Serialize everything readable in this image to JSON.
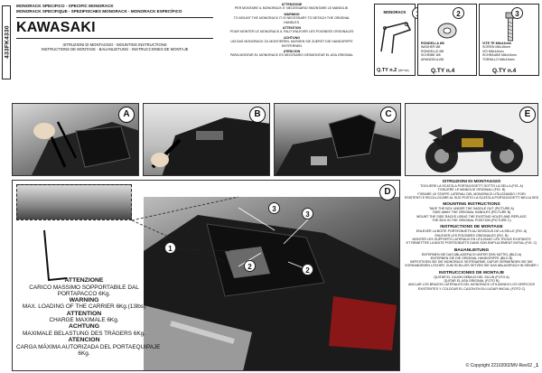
{
  "code": "433FK4330",
  "brand": "KAWASAKI",
  "header_left": [
    "MONORACK SPECIFICO  -  SPECIFIC MONORACK",
    "MONORACK SPECIFIQUE - SPEZIFISCHES MONORACK - MONORACK ESPECÍFICO"
  ],
  "instructions_header": [
    "ISTRUZIONI DI MONTAGGIO - MOUNTING INSTRUCTIONS",
    "INSTRUCTIONS DE MONTAGE - BAUANLEITUNG - INSTRUCCIONES DE MONTAJE"
  ],
  "top_notes": [
    {
      "title": "ATTENZIONE",
      "text": [
        "PER MONTARE IL MONORACK E' NECESSARIO SMONTARE LE MANIGLIE."
      ]
    },
    {
      "title": "WARNING",
      "text": [
        "TO MOUNT THE MONORACK IT IS NECESSARY TO DETACH THE ORIGINAL",
        "HANDLES."
      ]
    },
    {
      "title": "ATTENTION",
      "text": [
        "POUR MONTER LE MONORACK IL FAUT ENLEVER LES POIGNEES ORIGINALES"
      ]
    },
    {
      "title": "ACHTUNG",
      "text": [
        "UM DAS MONORACK ZU MONTIEREN, MUSSEN SIE ZUERST DIE HANDGRIFFE",
        "ENTFERNEN"
      ]
    },
    {
      "title": "ATENCION",
      "text": [
        "PARA MONTAR EL MONORACK ES NECESARIO DESMONTAR EL ASA ORIGINAL"
      ]
    }
  ],
  "parts": [
    {
      "num": "1",
      "label": "MONORACK",
      "qty": "Q.TY n.2",
      "qty_sub": "(dx+sx)",
      "desc": []
    },
    {
      "num": "2",
      "label": "",
      "qty": "Q.TY n.4",
      "qty_sub": "",
      "desc": [
        "RONDELLA Ø8",
        "WASHER Ø8",
        "RONDELLE Ø8",
        "SCHEIBE Ø8",
        "ARANDELA Ø8"
      ]
    },
    {
      "num": "3",
      "label": "",
      "qty": "Q.TY n.4",
      "qty_sub": "",
      "desc": [
        "VITE TE M8x16mm",
        "SCREW M8x16mm",
        "VIS M8x16mm",
        "SCHRAUBE M8x16mm",
        "TORNILLO M8x16mm"
      ]
    }
  ],
  "figures": [
    "A",
    "B",
    "C",
    "D",
    "E"
  ],
  "detail_numbers": [
    "3",
    "2",
    "1",
    "3",
    "2"
  ],
  "warning_block": [
    {
      "title": "ATTENZIONE",
      "text": [
        "CARICO  MASSIMO SOPPORTABILE DAL",
        "PORTAPACCO 6Kg."
      ]
    },
    {
      "title": "WARNING",
      "text": [
        "MAX. LOADING OF THE CARRIER 6Kg.(13lbs)"
      ]
    },
    {
      "title": "ATTENTION",
      "text": [
        "CHARGE MAXIMALE 6Kg."
      ]
    },
    {
      "title": "ACHTUNG",
      "text": [
        "MAXIMALE BELASTUNG DES TRÄGERS 6Kg."
      ]
    },
    {
      "title": "ATENCION",
      "text": [
        "CARGA MÁXIMA AUTORIZADA DEL PORTAEQUIPAJE",
        "6Kg."
      ]
    }
  ],
  "instructions": [
    {
      "title": "ISTRUZIONI DI MONTAGGIO",
      "text": [
        "TOGLIERE LA SCATOLA PORTAOGGETTI SOTTO LA SELLA (FIG. A)",
        "TOGLIERE LE MANIGLIE ORIGINALI (FIG. B)",
        "FISSARE LE STAFFE LATERALI DEL MONORACK UTILIZZANDO I FORI",
        "ESISTENTI E RICOLLOCARE AL SUO POSTO LA SCATOLA PORTAOGGETTI NELLA SEDE ORIGINALE (FIG. C)"
      ]
    },
    {
      "title": "MOUNTING INSTRUCTIONS",
      "text": [
        "TAKE THE BOX UNDER THE SADDLE OUT (PICTURE A)",
        "TAKE AWAY THE ORIGINAL HANDLES (PICTURE B)",
        "MOUNT THE SIDE RACKS USING THE EXISTING HOLES AND REPLACE",
        "THE BOX IN THE ORIGINAL POSITION (PICTURE C)"
      ]
    },
    {
      "title": "INSTRUCTIONS DE MONTAGE",
      "text": [
        "ENLEVER LA BOITE PORTEOBJETS AU DESSOUS DE LA SELLE (FIG. A)",
        "ENLEVER LES POIGNEES ORIGINALES (FIG. B)",
        "MONTER LES SUPPORTS LATERAUX EN UTILISANT LES TROUS EXISTANTS",
        "ET REMETTRE LA BOITE PORTEOBJETS DANS SON EMPLACEMENT INITIAL (FIG. C)"
      ]
    },
    {
      "title": "BAUANLEITUNG",
      "text": [
        "ENTERNEN SIE DAS ABLAGEFACH UNTER DEN SATTEL (BILD A)",
        "ENTERNEN SIE DIE ORIGINAL HANDGRIFFE (BILD B)",
        "BEFESTIGEN SIE DIE MONORACK SEITENARME, DAFÜR VERWENDEN SIE DIE",
        "VORHANDENEN LÖCHER. ZUM SCHLUSS SETZEN SIE DAS ABLAGEFACH IN SEINER ORIGINALSTELLE (BILD C)"
      ]
    },
    {
      "title": "INSTRUCCIONES DE MONTAJE",
      "text": [
        "QUITAR EL CAJON DEBAJO DEL SILLIN (FOTO A)",
        "QUITAR EL ASA ORIGINAL (FOTO B)",
        "ANCLAR LOS BRAZOS LATERALES DEL MONORACK UTILIZANDO LOS ORIFICIOS",
        "EXISTENTES Y COLOCAR EL CAJON EN SU LUGAR INICIAL (FOTO C)"
      ]
    }
  ],
  "copyright": "© Copyright 22102002MV-Rev02",
  "page": "1"
}
